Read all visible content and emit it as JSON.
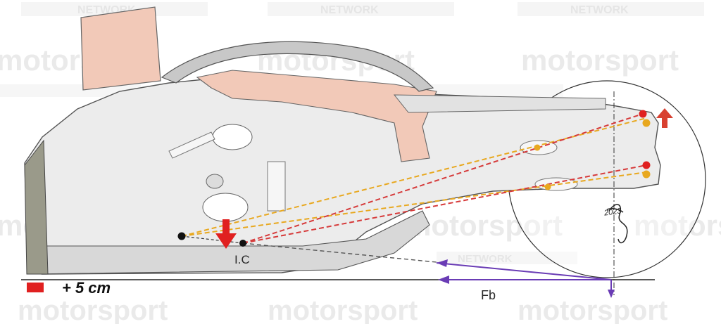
{
  "watermarks": {
    "network": "NETWORK",
    "motorsport": "motorsport"
  },
  "labels": {
    "instant_centre": "I.C",
    "force_braking": "Fb",
    "offset": "+ 5 cm",
    "signature_year": "2023"
  },
  "colors": {
    "chassis_fill": "#ececec",
    "chassis_outline": "#555555",
    "cockpit_fill": "#f2c9b8",
    "arrow_red": "#e02020",
    "line_yellow": "#e8a81f",
    "line_red": "#d63a3a",
    "vector_purple": "#6a3cb5",
    "swatch_red": "#e02020"
  },
  "icons": [
    "down-arrow-icon",
    "up-arrow-icon",
    "signature-icon"
  ]
}
